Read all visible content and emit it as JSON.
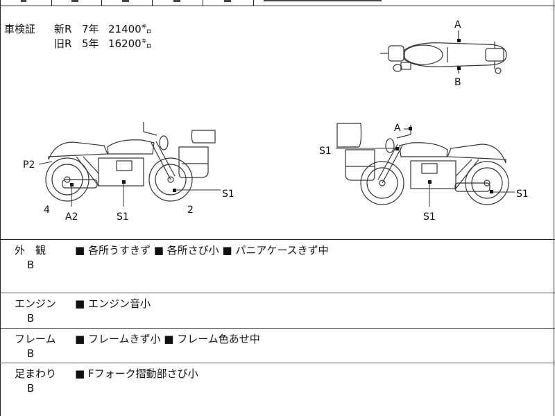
{
  "inspection": {
    "label": "車検証",
    "rows": [
      {
        "type": "新R",
        "years": "7年",
        "distance": "21400㌔"
      },
      {
        "type": "旧R",
        "years": "5年",
        "distance": "16200㌔"
      }
    ]
  },
  "diagram_labels": {
    "top_a": "A",
    "top_b": "B",
    "left_p2": "P2",
    "left_4": "4",
    "left_a2": "A2",
    "left_s1_bottom": "S1",
    "left_2": "2",
    "left_s1_rear": "S1",
    "right_a": "A",
    "right_s1_rear": "S1",
    "right_s1_bottom": "S1",
    "right_s1_front": "S1"
  },
  "sections": [
    {
      "name": "外　観",
      "grade": "B",
      "notes": "■ 各所うすきず ■ 各所さび小 ■ パニアケースきず中"
    },
    {
      "name": "エンジン",
      "grade": "B",
      "notes": "■ エンジン音小"
    },
    {
      "name": "フレーム",
      "grade": "B",
      "notes": "■ フレームきず小 ■ フレーム色あせ中"
    },
    {
      "name": "足まわり",
      "grade": "B",
      "notes": "■ Fフォーク摺動部さび小"
    }
  ]
}
